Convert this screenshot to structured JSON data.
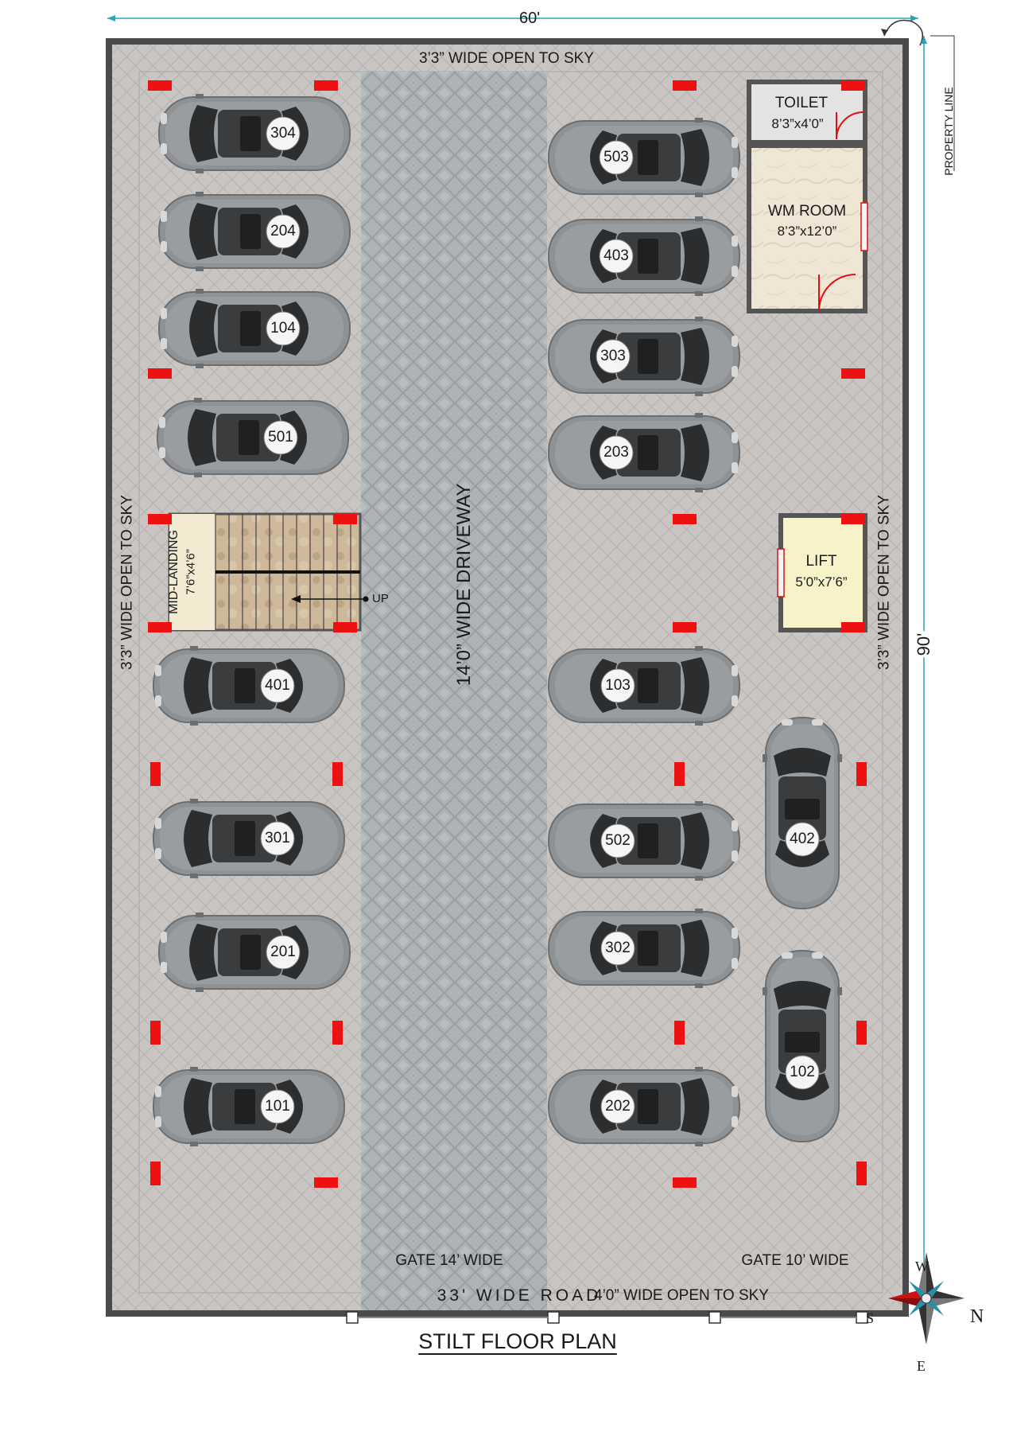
{
  "dims": {
    "width_label": "60'",
    "depth_label": "90'",
    "property_line": "PROPERTY LINE"
  },
  "open_sky": {
    "top": "3’3” WIDE OPEN TO SKY",
    "left": "3’3” WIDE OPEN TO SKY",
    "right": "3’3” WIDE OPEN TO SKY",
    "bottom": "4’0” WIDE OPEN TO SKY"
  },
  "driveway": {
    "label": "14’0” WIDE DRIVEWAY"
  },
  "rooms": {
    "toilet": {
      "name": "TOILET",
      "size": "8’3”x4’0”"
    },
    "wm_room": {
      "name": "WM ROOM",
      "size": "8’3”x12’0”"
    },
    "lift": {
      "name": "LIFT",
      "size": "5’0”x7’6”"
    },
    "stair": {
      "name": "MID-LANDING",
      "size": "7’6”x4’6”",
      "up": "UP"
    }
  },
  "parking": {
    "left_column": [
      "304",
      "204",
      "104",
      "501",
      "401",
      "301",
      "201",
      "101"
    ],
    "right_column": [
      "503",
      "403",
      "303",
      "203",
      "103",
      "502",
      "302",
      "202"
    ],
    "vertical": [
      "402",
      "102"
    ]
  },
  "gates": {
    "gate1": "GATE 14’ WIDE",
    "gate2": "GATE 10’ WIDE"
  },
  "road": "33' WIDE ROAD",
  "title": "STILT FLOOR PLAN",
  "compass": {
    "w": "W",
    "s": "S",
    "n": "N",
    "e": "E"
  },
  "colors": {
    "paving": "#c9c6c4",
    "driveway": "#aeb3b6",
    "wall": "#4a4a4a",
    "marker": "#ee1111",
    "dim_line": "#2aa5b8",
    "car": "#8f9294"
  }
}
